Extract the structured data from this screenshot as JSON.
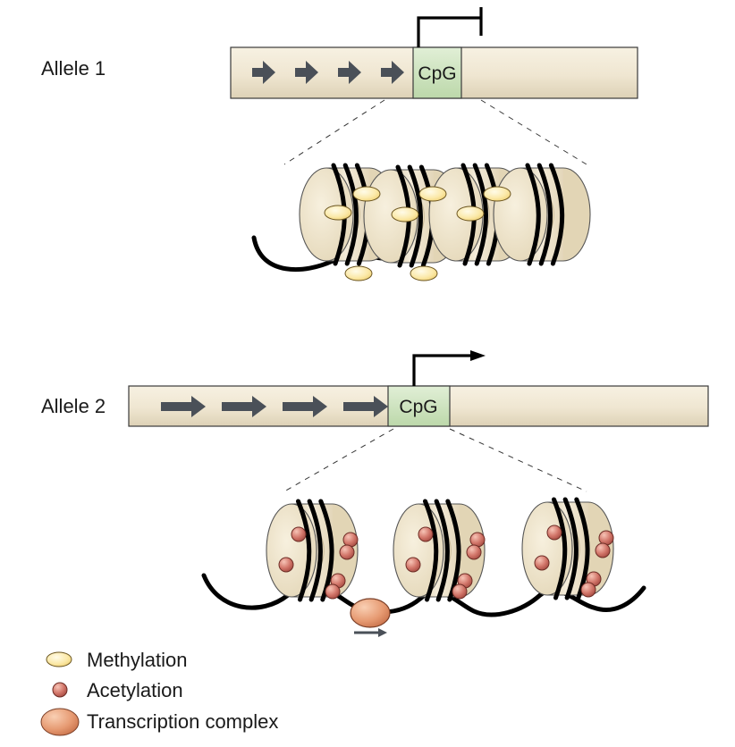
{
  "alleles": [
    {
      "label": "Allele 1",
      "region_label": "CpG",
      "transcription": "blocked"
    },
    {
      "label": "Allele 2",
      "region_label": "CpG",
      "transcription": "active"
    }
  ],
  "legend": {
    "methylation": "Methylation",
    "acetylation": "Acetylation",
    "transcription_complex": "Transcription complex"
  },
  "colors": {
    "gene_bar": "#efe7d4",
    "cpg_box": "#d3e7c4",
    "arrow": "#4a5058",
    "methylation": "#fbe9a9",
    "acetylation": "#d2766a",
    "transcription_complex": "#e69a72",
    "nucleosome": "#ece1c6",
    "dna": "#111111"
  },
  "icons": [
    "promoter-active-arrow-icon",
    "promoter-blocked-icon",
    "direction-arrow-icon"
  ]
}
